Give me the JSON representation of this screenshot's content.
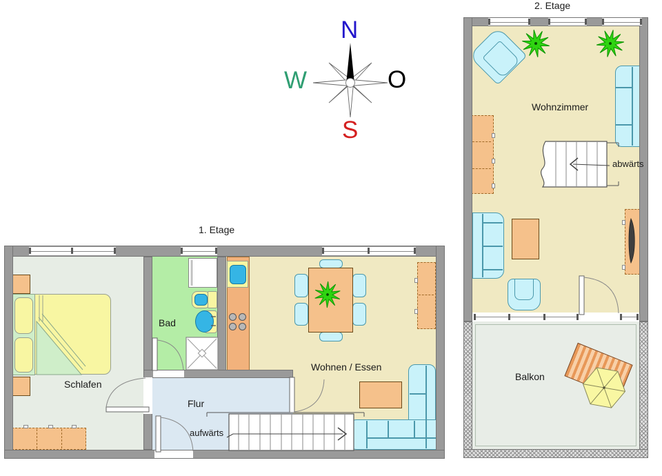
{
  "compass": {
    "n": "N",
    "w": "W",
    "o": "O",
    "s": "S"
  },
  "floor1": {
    "label": "1. Etage",
    "rooms": {
      "schlafen": "Schlafen",
      "bad": "Bad",
      "flur": "Flur",
      "wohnen_essen": "Wohnen / Essen"
    },
    "stair_direction": "aufwärts"
  },
  "floor2": {
    "label": "2. Etage",
    "rooms": {
      "wohnzimmer": "Wohnzimmer",
      "balkon": "Balkon"
    },
    "stair_direction": "abwärts"
  },
  "colors": {
    "wall": "#9a9a9a",
    "floor_living": "#f0e9c2",
    "floor_bedroom": "#e7ede5",
    "floor_bath": "#b4eda6",
    "floor_hall": "#dbe8f2",
    "floor_balcony": "#e8ede7",
    "furniture_wood": "#f5c18b",
    "furniture_upholstery": "#c9f2fa",
    "bed_yellow": "#f8f6a2",
    "water_blue": "#35b5e5",
    "plant_green": "#2fd411",
    "compass_north": "#2316cc",
    "compass_west": "#2f9e72",
    "compass_east": "#000000",
    "compass_south": "#d42020"
  }
}
